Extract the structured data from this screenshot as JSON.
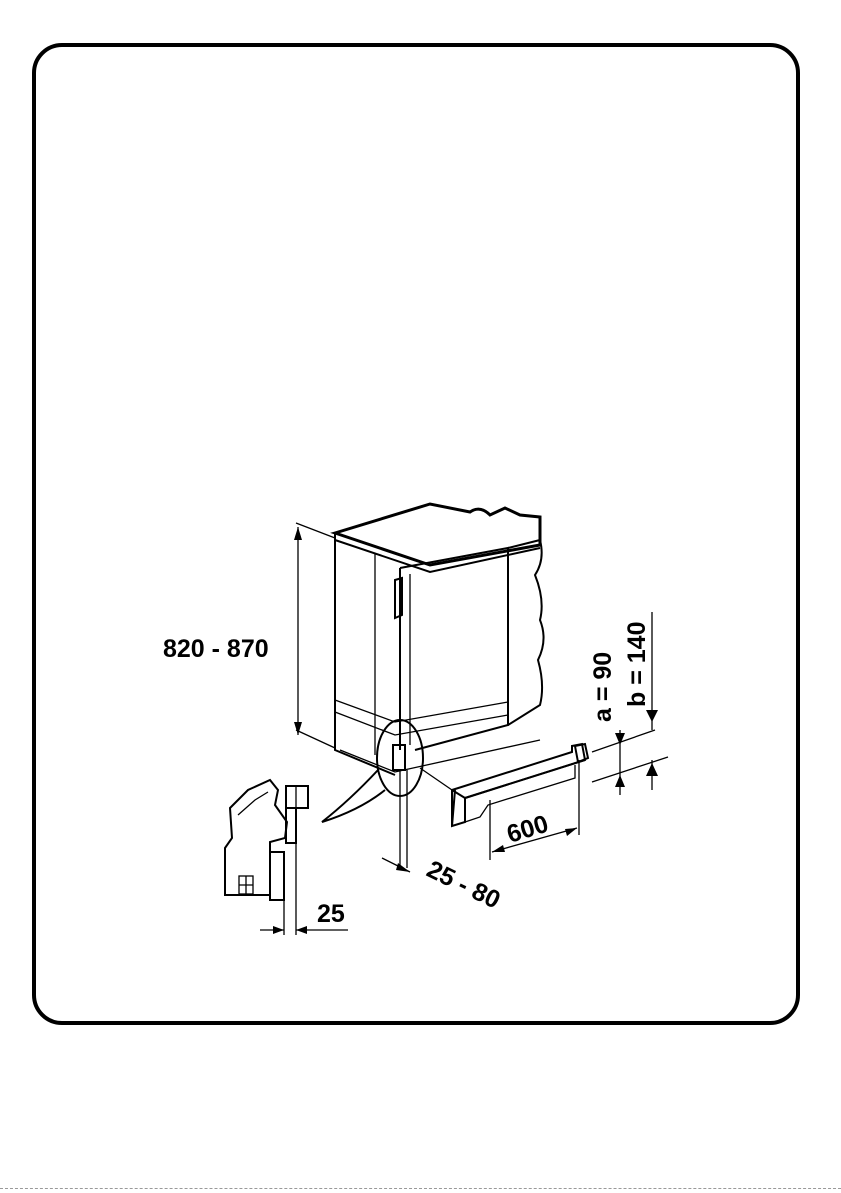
{
  "dimensions": {
    "height_range": "820 - 870",
    "depth_offset": "25 - 80",
    "plinth_width": "600",
    "panel_gap": "25",
    "a_label": "a = 90",
    "b_label": "b = 140"
  },
  "colors": {
    "line": "#000000",
    "background": "#ffffff"
  }
}
